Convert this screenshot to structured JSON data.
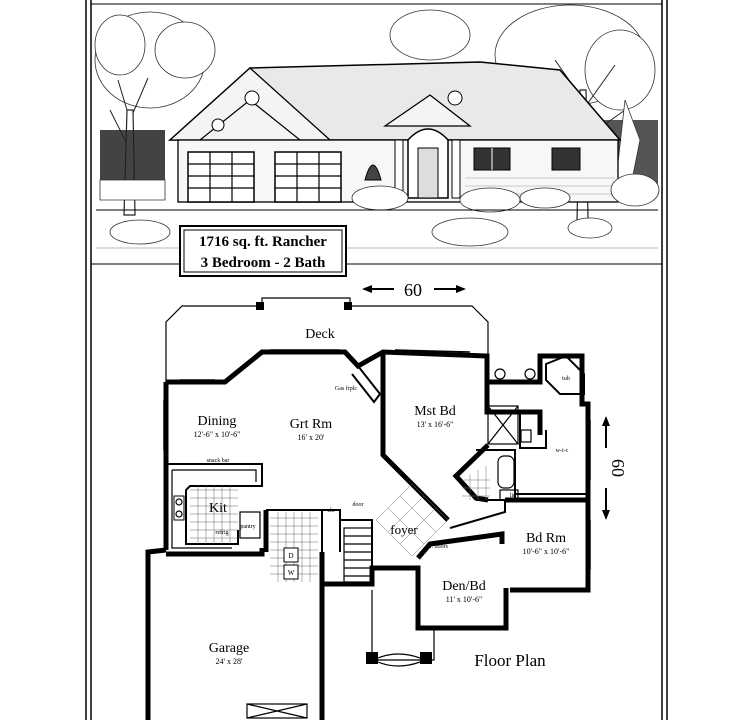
{
  "title_box": {
    "line1": "1716 sq. ft. Rancher",
    "line2": "3 Bedroom - 2 Bath"
  },
  "dimensions": {
    "width": "60",
    "depth": "60"
  },
  "rooms": {
    "deck": {
      "name": "Deck",
      "size": ""
    },
    "dining": {
      "name": "Dining",
      "size": "12'-6\" x 10'-6\""
    },
    "great_room": {
      "name": "Grt Rm",
      "size": "16' x 20'"
    },
    "master_bed": {
      "name": "Mst Bd",
      "size": "13' x 16'-6\""
    },
    "kitchen": {
      "name": "Kit",
      "size": ""
    },
    "foyer": {
      "name": "foyer",
      "size": ""
    },
    "bedroom": {
      "name": "Bd Rm",
      "size": "10'-6\" x 10'-6\""
    },
    "den": {
      "name": "Den/Bd",
      "size": "11' x 10'-6\""
    },
    "garage": {
      "name": "Garage",
      "size": "24' x 28'"
    }
  },
  "small_labels": {
    "gas_fireplace": "Gas frplc",
    "snack_bar": "snack bar",
    "pantry": "pantry",
    "refrig": "refrig",
    "closet": "clo",
    "door": "door",
    "french_doors": "fr. doors",
    "walk_in_closet": "w-i-c",
    "tub": "tub",
    "linen": "lin",
    "dryer": "D",
    "washer": "W"
  },
  "floor_plan_label": "Floor Plan"
}
